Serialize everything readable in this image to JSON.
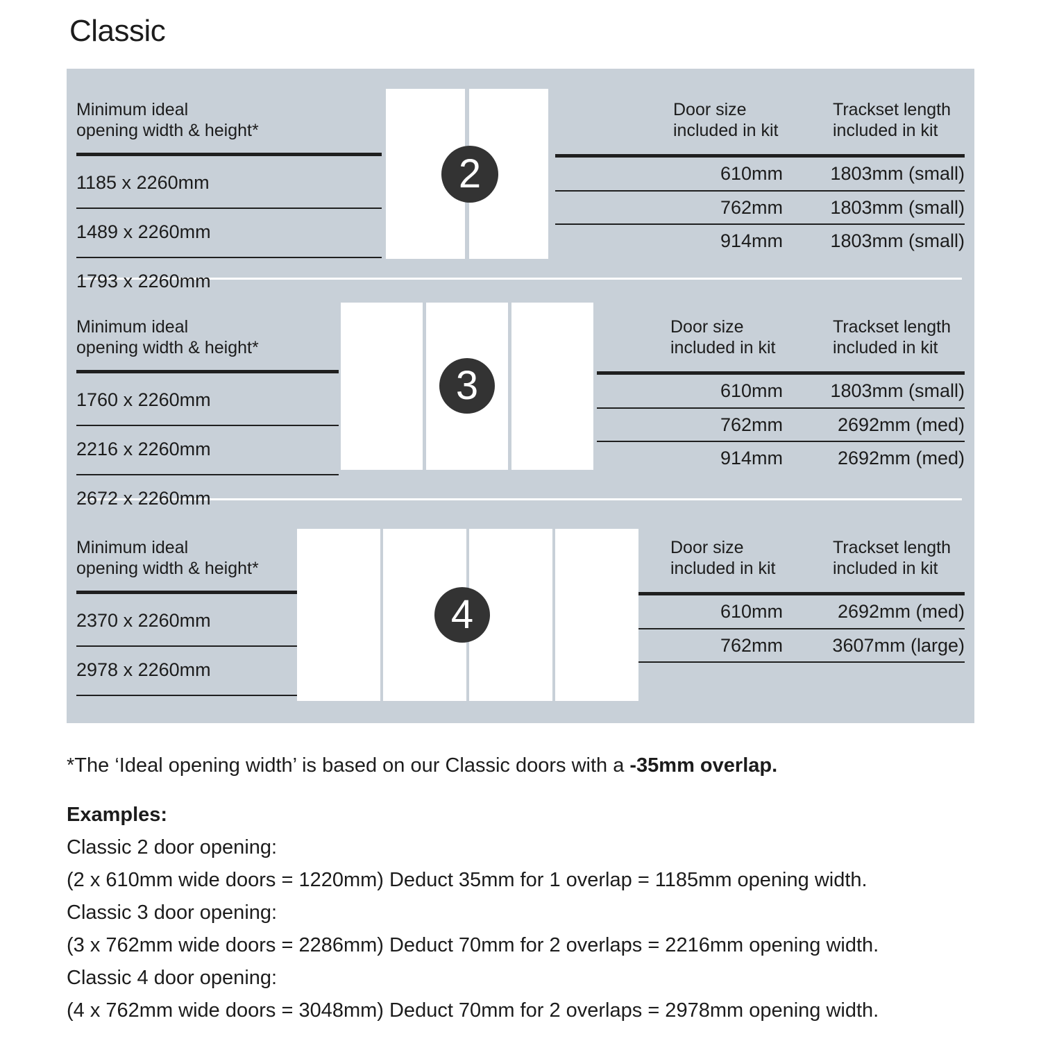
{
  "page_title": "Classic",
  "colors": {
    "panel_background": "#c8d0d8",
    "door_fill": "#ffffff",
    "badge_fill": "#333333",
    "rule": "#1f1f1f",
    "text": "#1c1c1c",
    "page_background": "#ffffff"
  },
  "sections": [
    {
      "badge": "2",
      "door_count": 2,
      "left_header": "Minimum ideal\nopening width & height*",
      "col_door_header": "Door size\nincluded in kit",
      "col_track_header": "Trackset length\nincluded in kit",
      "rows": [
        {
          "opening": "1185 x 2260mm",
          "door_size": "610mm",
          "trackset": "1803mm (small)"
        },
        {
          "opening": "1489 x 2260mm",
          "door_size": "762mm",
          "trackset": "1803mm (small)"
        },
        {
          "opening": "1793 x 2260mm",
          "door_size": "914mm",
          "trackset": "1803mm (small)"
        }
      ]
    },
    {
      "badge": "3",
      "door_count": 3,
      "left_header": "Minimum ideal\nopening width & height*",
      "col_door_header": "Door size\nincluded in kit",
      "col_track_header": "Trackset length\nincluded in kit",
      "rows": [
        {
          "opening": "1760 x 2260mm",
          "door_size": "610mm",
          "trackset": "1803mm (small)"
        },
        {
          "opening": "2216 x 2260mm",
          "door_size": "762mm",
          "trackset": "2692mm (med)"
        },
        {
          "opening": "2672 x 2260mm",
          "door_size": "914mm",
          "trackset": "2692mm (med)"
        }
      ]
    },
    {
      "badge": "4",
      "door_count": 4,
      "left_header": "Minimum ideal\nopening width & height*",
      "col_door_header": "Door size\nincluded in kit",
      "col_track_header": "Trackset length\nincluded in kit",
      "rows": [
        {
          "opening": "2370 x 2260mm",
          "door_size": "610mm",
          "trackset": "2692mm (med)"
        },
        {
          "opening": "2978 x 2260mm",
          "door_size": "762mm",
          "trackset": "3607mm (large)"
        }
      ]
    }
  ],
  "footnote": {
    "prefix": "*The ‘Ideal opening width’ is based on our Classic doors with a ",
    "bold": "-35mm overlap."
  },
  "examples": {
    "heading": "Examples:",
    "lines": [
      "Classic 2 door opening:",
      "(2 x 610mm wide doors = 1220mm)  Deduct 35mm for 1 overlap = 1185mm opening width.",
      "Classic 3 door opening:",
      "(3 x 762mm wide doors = 2286mm)  Deduct 70mm for 2 overlaps = 2216mm opening width.",
      "Classic 4 door opening:",
      "(4 x 762mm wide doors = 3048mm)  Deduct 70mm for 2 overlaps = 2978mm opening width."
    ]
  }
}
